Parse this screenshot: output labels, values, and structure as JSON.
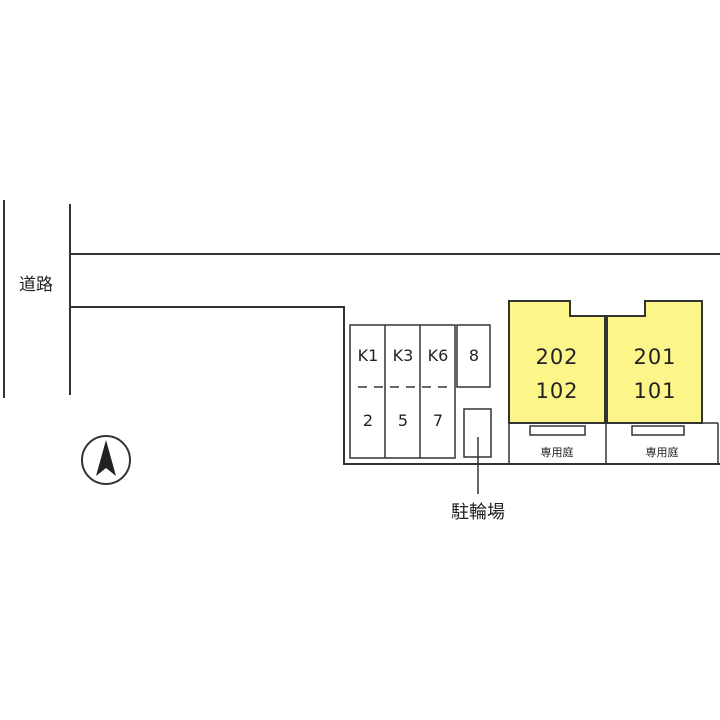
{
  "road": {
    "label": "道路"
  },
  "parking": {
    "top_row": [
      "K1",
      "K3",
      "K6",
      "8"
    ],
    "bottom_row": [
      "2",
      "5",
      "7"
    ]
  },
  "bicycle_parking": {
    "label": "駐輪場"
  },
  "buildings": [
    {
      "top_unit": "202",
      "bottom_unit": "102",
      "garden_label": "専用庭"
    },
    {
      "top_unit": "201",
      "bottom_unit": "101",
      "garden_label": "専用庭"
    }
  ],
  "colors": {
    "building_fill": "#fbf58a",
    "line": "#333333"
  },
  "icons": {
    "north": "north-arrow-icon"
  }
}
